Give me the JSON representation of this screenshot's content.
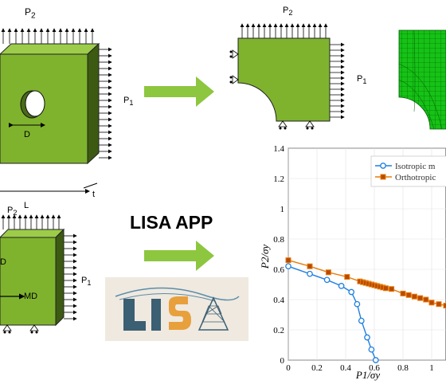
{
  "top_plate": {
    "p2_label": "P",
    "p2_sub": "2",
    "p1_label": "P",
    "p1_sub": "1",
    "d_label": "D",
    "l_label": "L",
    "t_label": "t"
  },
  "quarter_model": {
    "p2_label": "P",
    "p2_sub": "2",
    "p1_label": "P",
    "p1_sub": "1"
  },
  "bottom_plate": {
    "p2_label": "P",
    "p2_sub": "2",
    "p1_label": "P",
    "p1_sub": "1",
    "md_label": "MD",
    "partial_label": "D"
  },
  "app": {
    "title": "LISA APP",
    "logo_text": "LISA"
  },
  "colors": {
    "plate_green": "#7fb32e",
    "plate_dark": "#3c5a12",
    "arrow_green": "#8dc63f",
    "mesh_green": "#16c216",
    "iso_blue": "#1f7fe0",
    "ortho_orange": "#e87b0a",
    "logo_bg": "#efe9e0"
  },
  "chart_data": {
    "type": "line",
    "xlabel": "P1/σy",
    "ylabel": "P2/σy",
    "xlim": [
      0,
      1.1
    ],
    "ylim": [
      0,
      1.4
    ],
    "xticks": [
      "0",
      "0.2",
      "0.4",
      "0.6",
      "0.8",
      "1"
    ],
    "yticks": [
      "0",
      "0.2",
      "0.4",
      "0.6",
      "0.8",
      "1",
      "1.2",
      "1.4"
    ],
    "grid": true,
    "legend": "top-right",
    "series": [
      {
        "name": "Isotropic m",
        "marker": "circle",
        "x": [
          0,
          0.15,
          0.27,
          0.37,
          0.44,
          0.48,
          0.51,
          0.55,
          0.58,
          0.61
        ],
        "y": [
          0.62,
          0.57,
          0.53,
          0.49,
          0.45,
          0.37,
          0.26,
          0.15,
          0.07,
          0
        ]
      },
      {
        "name": "Orthotropic",
        "marker": "square",
        "x": [
          0,
          0.15,
          0.28,
          0.41,
          0.5,
          0.52,
          0.54,
          0.56,
          0.58,
          0.6,
          0.62,
          0.64,
          0.66,
          0.68,
          0.72,
          0.8,
          0.84,
          0.88,
          0.92,
          0.96,
          1.0,
          1.05,
          1.1
        ],
        "y": [
          0.66,
          0.62,
          0.58,
          0.55,
          0.52,
          0.515,
          0.51,
          0.505,
          0.5,
          0.495,
          0.49,
          0.485,
          0.48,
          0.475,
          0.47,
          0.44,
          0.43,
          0.42,
          0.41,
          0.4,
          0.38,
          0.37,
          0.36
        ]
      }
    ]
  }
}
